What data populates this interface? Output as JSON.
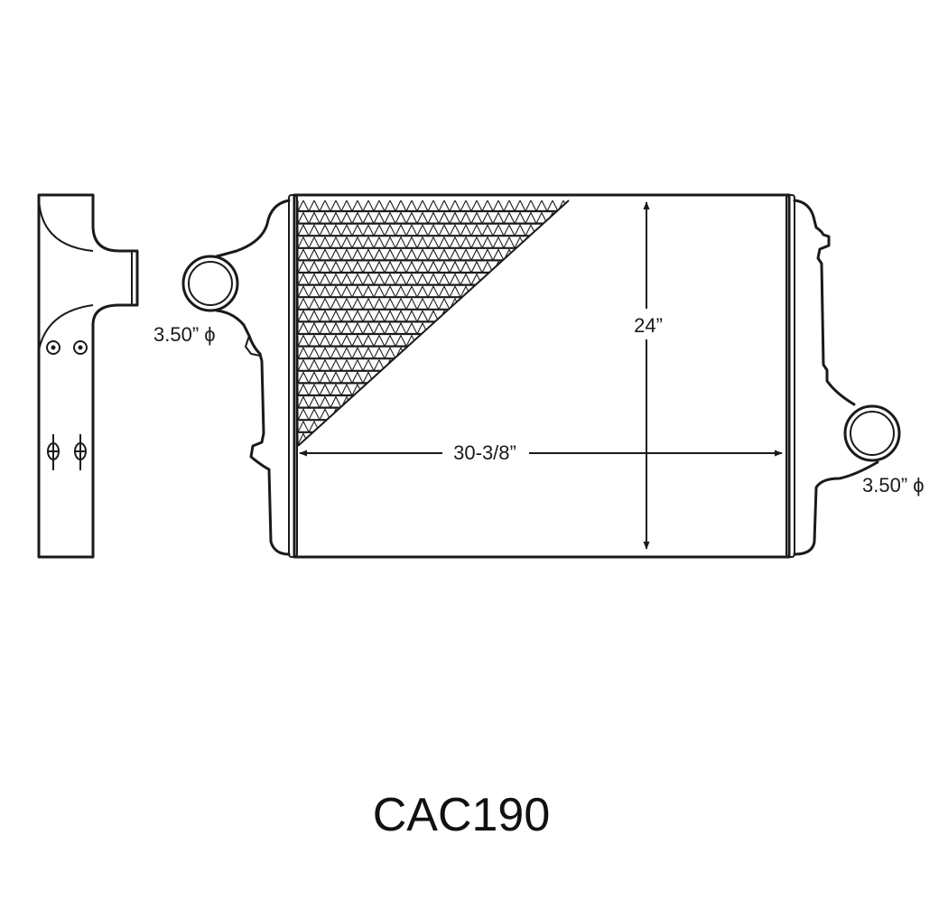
{
  "part_number": "CAC190",
  "dimensions": {
    "height": "24”",
    "width": "30-3/8”",
    "inlet_diameter": "3.50” ϕ",
    "outlet_diameter": "3.50” ϕ"
  }
}
